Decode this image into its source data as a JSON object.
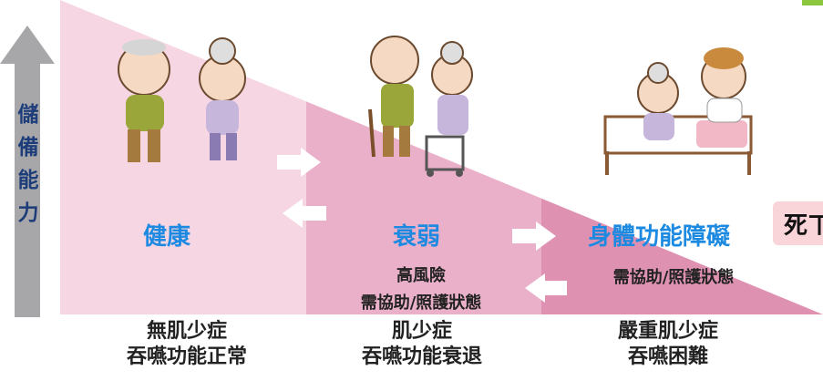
{
  "axis": {
    "label": "儲備能力",
    "chars": [
      "儲",
      "備",
      "能",
      "力"
    ]
  },
  "stages": [
    {
      "title": "健康",
      "subtitle_lines": [],
      "bottom_lines": [
        "無肌少症",
        "吞嚥功能正常"
      ]
    },
    {
      "title": "衰弱",
      "subtitle_lines": [
        "高風險",
        "需協助/照護狀態"
      ],
      "bottom_lines": [
        "肌少症",
        "吞嚥功能衰退"
      ]
    },
    {
      "title": "身體功能障礙",
      "subtitle_lines": [
        "需協助/照護狀態"
      ],
      "bottom_lines": [
        "嚴重肌少症",
        "吞嚥困難"
      ]
    }
  ],
  "end_state": {
    "label": "死亡",
    "visible_label": "死ㄒ"
  },
  "colors": {
    "axis": "#a7a7a9",
    "axis_text": "#1d3d7a",
    "title_blue": "#1d8ae2",
    "band_light": "#f7d6e3",
    "band_mid": "#eab0c9",
    "band_dark": "#df91b2",
    "death_box": "#f9d4d9"
  }
}
